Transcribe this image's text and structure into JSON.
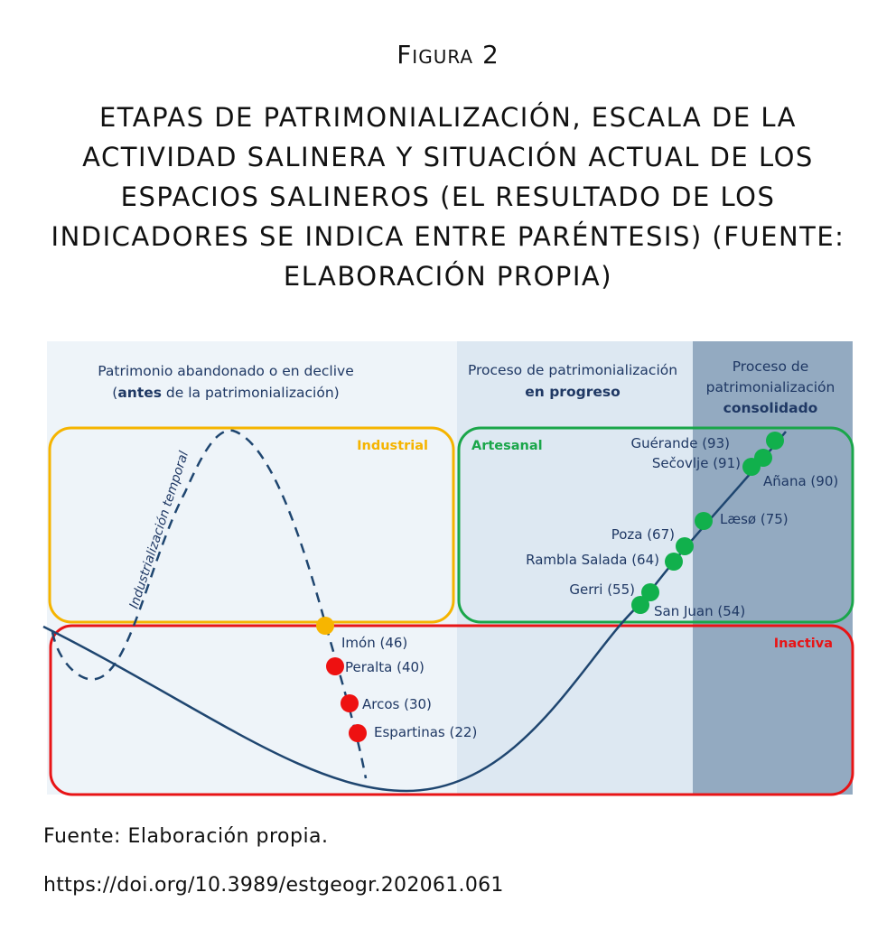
{
  "figure": {
    "label": "Figura 2",
    "title": "Etapas de patrimonialización, escala de la actividad salinera y situación actual de los espacios salineros (el resultado de los indicadores se indica entre paréntesis) (Fuente: elaboración propia)"
  },
  "stages": {
    "abandoned": {
      "line1": "Patrimonio abandonado o en declive",
      "line2_pre": "(",
      "line2_bold": "antes",
      "line2_post": " de la patrimonialización)"
    },
    "progress": {
      "line1": "Proceso de patrimonialización",
      "line2_bold": "en progreso"
    },
    "consolidated": {
      "line1": "Proceso de",
      "line2": "patrimonialización",
      "line3_bold": "consolidado"
    }
  },
  "boxes": {
    "industrial": "Industrial",
    "artesanal": "Artesanal",
    "inactiva": "Inactiva"
  },
  "curve_label": "Industrialización temporal",
  "sites": [
    {
      "name": "Guérande",
      "value": 93,
      "color": "green"
    },
    {
      "name": "Sečovlje",
      "value": 91,
      "color": "green"
    },
    {
      "name": "Añana",
      "value": 90,
      "color": "green"
    },
    {
      "name": "Læsø",
      "value": 75,
      "color": "green"
    },
    {
      "name": "Poza",
      "value": 67,
      "color": "green"
    },
    {
      "name": "Rambla Salada",
      "value": 64,
      "color": "green"
    },
    {
      "name": "Gerri",
      "value": 55,
      "color": "green"
    },
    {
      "name": "San Juan",
      "value": 54,
      "color": "green"
    },
    {
      "name": "Imón",
      "value": 46,
      "color": "orange"
    },
    {
      "name": "Peralta",
      "value": 40,
      "color": "red"
    },
    {
      "name": "Arcos",
      "value": 30,
      "color": "red"
    },
    {
      "name": "Espartinas",
      "value": 22,
      "color": "red"
    }
  ],
  "colors": {
    "zone_abandoned": "#eef4f9",
    "zone_progress": "#dde8f2",
    "zone_consolidated": "#93aac1",
    "industrial": "#f5b400",
    "artesanal": "#1aa64a",
    "inactiva": "#e81416",
    "dot_green": "#11b04c",
    "dot_orange": "#f7b500",
    "dot_red": "#ee1111",
    "curve": "#1f4670",
    "stage_text": "#1f3864"
  },
  "footer": {
    "source": "Fuente: Elaboración propia.",
    "doi": "https://doi.org/10.3989/estgeogr.202061.061"
  }
}
